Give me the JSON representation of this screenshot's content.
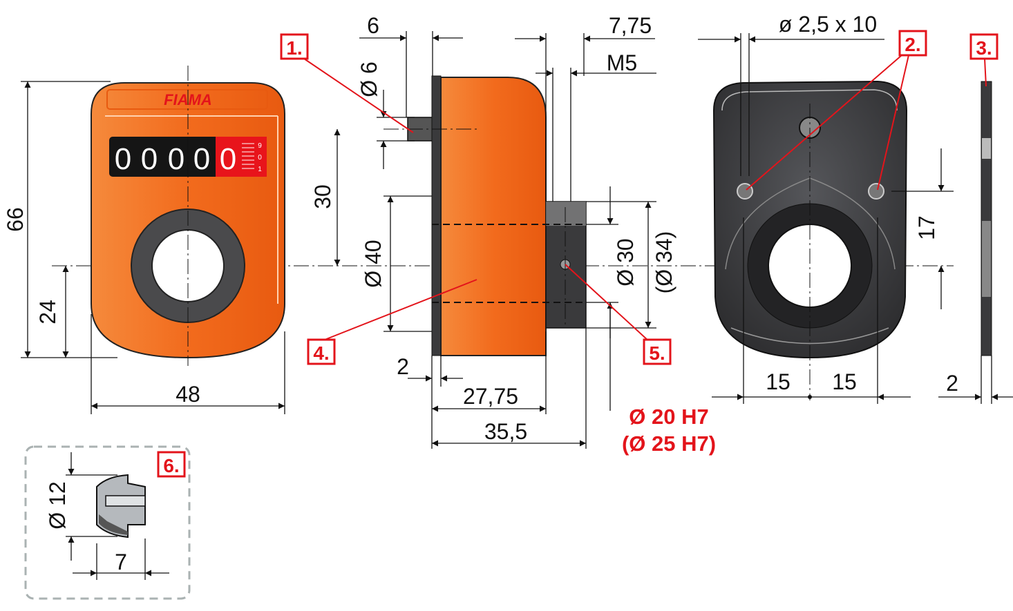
{
  "front_view": {
    "brand_logo": "FIAMA",
    "counter_digits": [
      "0",
      "0",
      "0",
      "0",
      "0"
    ],
    "scale_marks": [
      "9",
      "0",
      "1"
    ],
    "dim_height": "66",
    "dim_center_height": "24",
    "dim_width": "48"
  },
  "side_view": {
    "dim_pin_length": "6",
    "dim_pin_diameter": "Ø 6",
    "dim_pin_offset": "30",
    "dim_body_diameter": "Ø 40",
    "dim_flange": "2",
    "dim_body_depth": "27,75",
    "dim_total_depth": "35,5",
    "dim_screw_offset": "7,75",
    "dim_screw_thread": "M5",
    "dim_hub_diameter": "Ø 30",
    "dim_hub_diameter_alt": "(Ø 34)",
    "bore": "Ø 20 H7",
    "bore_alt": "(Ø 25 H7)"
  },
  "back_view": {
    "dim_holes": "ø 2,5 x 10",
    "dim_hole_height": "17",
    "dim_left": "15",
    "dim_right": "15"
  },
  "plate_view": {
    "dim_thickness": "2"
  },
  "inset": {
    "dim_diameter": "Ø 12",
    "dim_length": "7"
  },
  "callouts": [
    "1.",
    "2.",
    "3.",
    "4.",
    "5.",
    "6."
  ],
  "colors": {
    "orange": "#f26b1d",
    "red": "#e3141b",
    "dark": "#3a3a3c"
  }
}
